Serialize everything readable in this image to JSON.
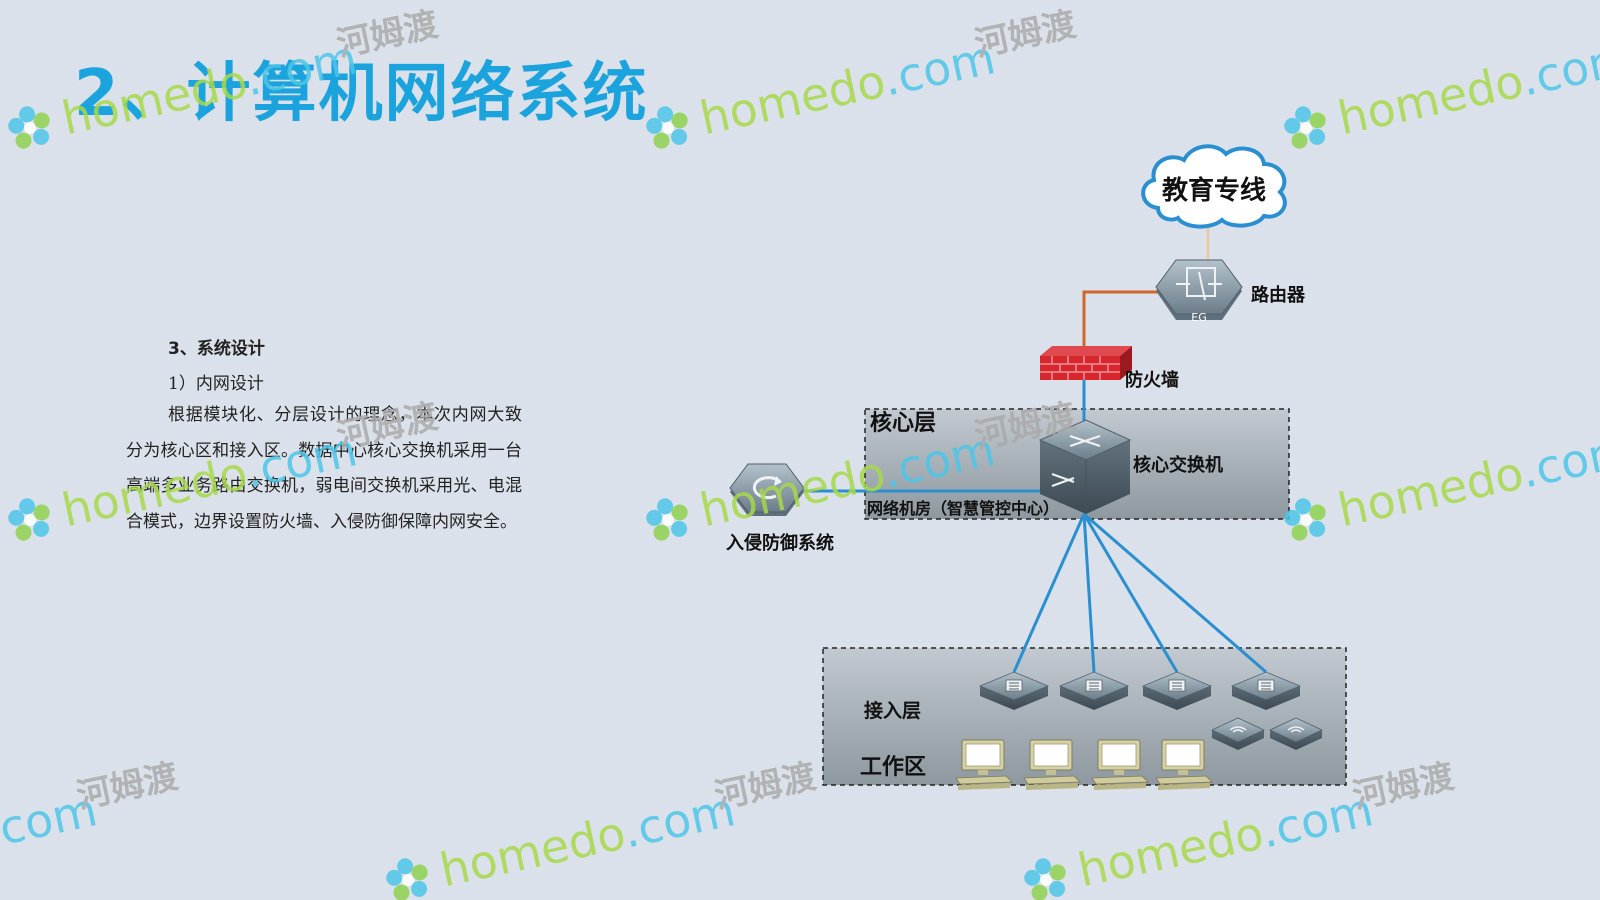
{
  "slide": {
    "title": "2、计算机网络系统"
  },
  "design": {
    "heading": "3、系统设计",
    "subheading": "1）内网设计",
    "body": "根据模块化、分层设计的理念，本次内网大致分为核心区和接入区。数据中心核心交换机采用一台高端多业务路由交换机，弱电间交换机采用光、电混合模式，边界设置防火墙、入侵防御保障内网安全。"
  },
  "diagram": {
    "cloud_label": "教育专线",
    "router_label": "路由器",
    "router_badge": "EG",
    "firewall_label": "防火墙",
    "core_layer_label": "核心层",
    "core_switch_label": "核心交换机",
    "machine_room_label": "网络机房（智慧管控中心）",
    "ips_label": "入侵防御系统",
    "access_layer_label": "接入层",
    "work_area_label": "工作区",
    "access_switch_count": 4,
    "wireless_ap_count": 2,
    "computer_count": 4,
    "colors": {
      "accent": "#1aa3dd",
      "link_blue": "#2a8fd0",
      "link_orange": "#d0662a",
      "firewall_red": "#d8262e",
      "device_gray": "#7f8f9c"
    }
  },
  "watermark": {
    "domain": "homedo.com",
    "brand": "河姆渡"
  }
}
